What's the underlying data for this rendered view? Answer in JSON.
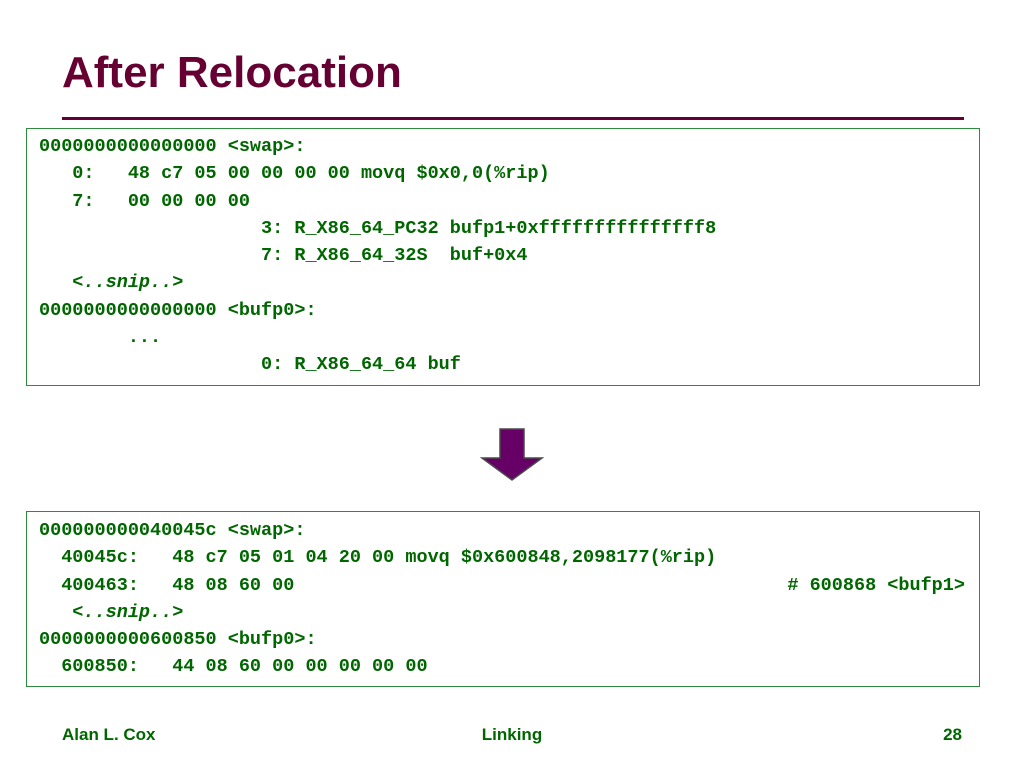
{
  "slide": {
    "title": "After Relocation"
  },
  "before_listing": {
    "lines": [
      {
        "text": "0000000000000000 <swap>:",
        "italic": false
      },
      {
        "text": "   0:   48 c7 05 00 00 00 00 movq $0x0,0(%rip)",
        "italic": false
      },
      {
        "text": "   7:   00 00 00 00",
        "italic": false
      },
      {
        "text": "                    3: R_X86_64_PC32 bufp1+0xfffffffffffffff8",
        "italic": false
      },
      {
        "text": "                    7: R_X86_64_32S  buf+0x4",
        "italic": false
      },
      {
        "text": "   <..snip..>",
        "italic": true
      },
      {
        "text": "0000000000000000 <bufp0>:",
        "italic": false
      },
      {
        "text": "        ...",
        "italic": false
      },
      {
        "text": "                    0: R_X86_64_64 buf",
        "italic": false
      }
    ]
  },
  "after_listing": {
    "lines": [
      {
        "text": "000000000040045c <swap>:",
        "italic": false,
        "comment": ""
      },
      {
        "text": "  40045c:   48 c7 05 01 04 20 00 movq $0x600848,2098177(%rip)",
        "italic": false,
        "comment": ""
      },
      {
        "text": "  400463:   48 08 60 00",
        "italic": false,
        "comment": "# 600868 <bufp1>"
      },
      {
        "text": "   <..snip..>",
        "italic": true,
        "comment": ""
      },
      {
        "text": "0000000000600850 <bufp0>:",
        "italic": false,
        "comment": ""
      },
      {
        "text": "  600850:   44 08 60 00 00 00 00 00",
        "italic": false,
        "comment": ""
      }
    ]
  },
  "arrow": {
    "icon": "down-arrow-icon",
    "color": "#660066"
  },
  "footer": {
    "author": "Alan L. Cox",
    "topic": "Linking",
    "page_number": "28"
  },
  "colors": {
    "title": "#660033",
    "code_text": "#006600",
    "box_border": "#2e8b3d"
  }
}
